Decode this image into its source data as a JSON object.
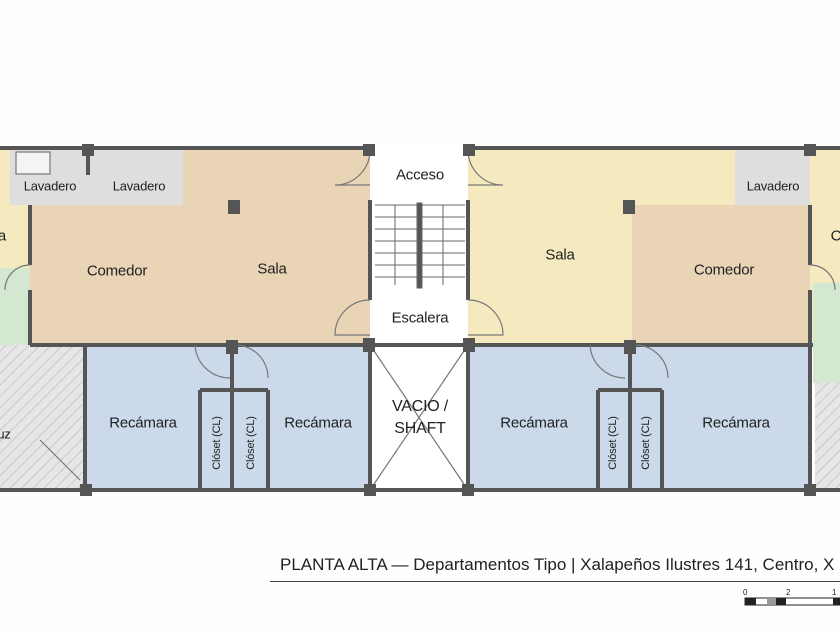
{
  "title": "PLANTA ALTA — Departamentos Tipo | Xalapeños Ilustres 141, Centro, X",
  "rooms": {
    "left_partial_top": "a",
    "left_partial_patio": "uz",
    "right_partial": "C",
    "lavadero_1": "Lavadero",
    "lavadero_2": "Lavadero",
    "lavadero_3": "Lavadero",
    "comedor_left": "Comedor",
    "sala_left": "Sala",
    "acceso": "Acceso",
    "escalera": "Escalera",
    "sala_right": "Sala",
    "comedor_right": "Comedor",
    "recamara_1": "Recámara",
    "recamara_2": "Recámara",
    "recamara_3": "Recámara",
    "recamara_4": "Recámara",
    "closet_1": "Clóset (CL)",
    "closet_2": "Clóset (CL)",
    "closet_3": "Clóset (CL)",
    "closet_4": "Clóset (CL)",
    "shaft_line1": "VACIO /",
    "shaft_line2": "SHAFT"
  },
  "scale": {
    "ticks": [
      "0",
      "2",
      "1"
    ]
  },
  "colors": {
    "tan": "#e9d4b6",
    "yellow": "#f5e9c0",
    "blue": "#cbd9ea",
    "gray": "#dedede",
    "green": "#d4e7d0",
    "wall": "#555555"
  }
}
